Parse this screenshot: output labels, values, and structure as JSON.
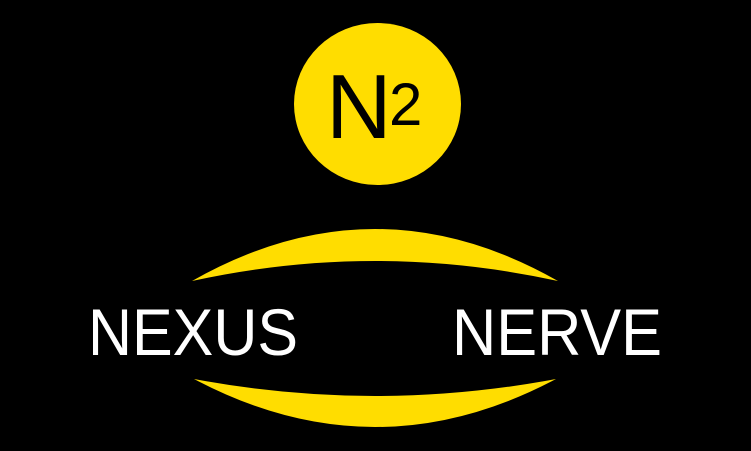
{
  "background_color": "#000000",
  "logo": {
    "badge": {
      "letter": "N",
      "number": "2",
      "circle_color": "#FFDD00",
      "text_color": "#000000"
    },
    "arcs": {
      "color": "#FFDD00"
    },
    "wordmark": {
      "left_word": "NEXUS",
      "right_word": "NERVE",
      "text_color": "#FFFFFF"
    }
  }
}
